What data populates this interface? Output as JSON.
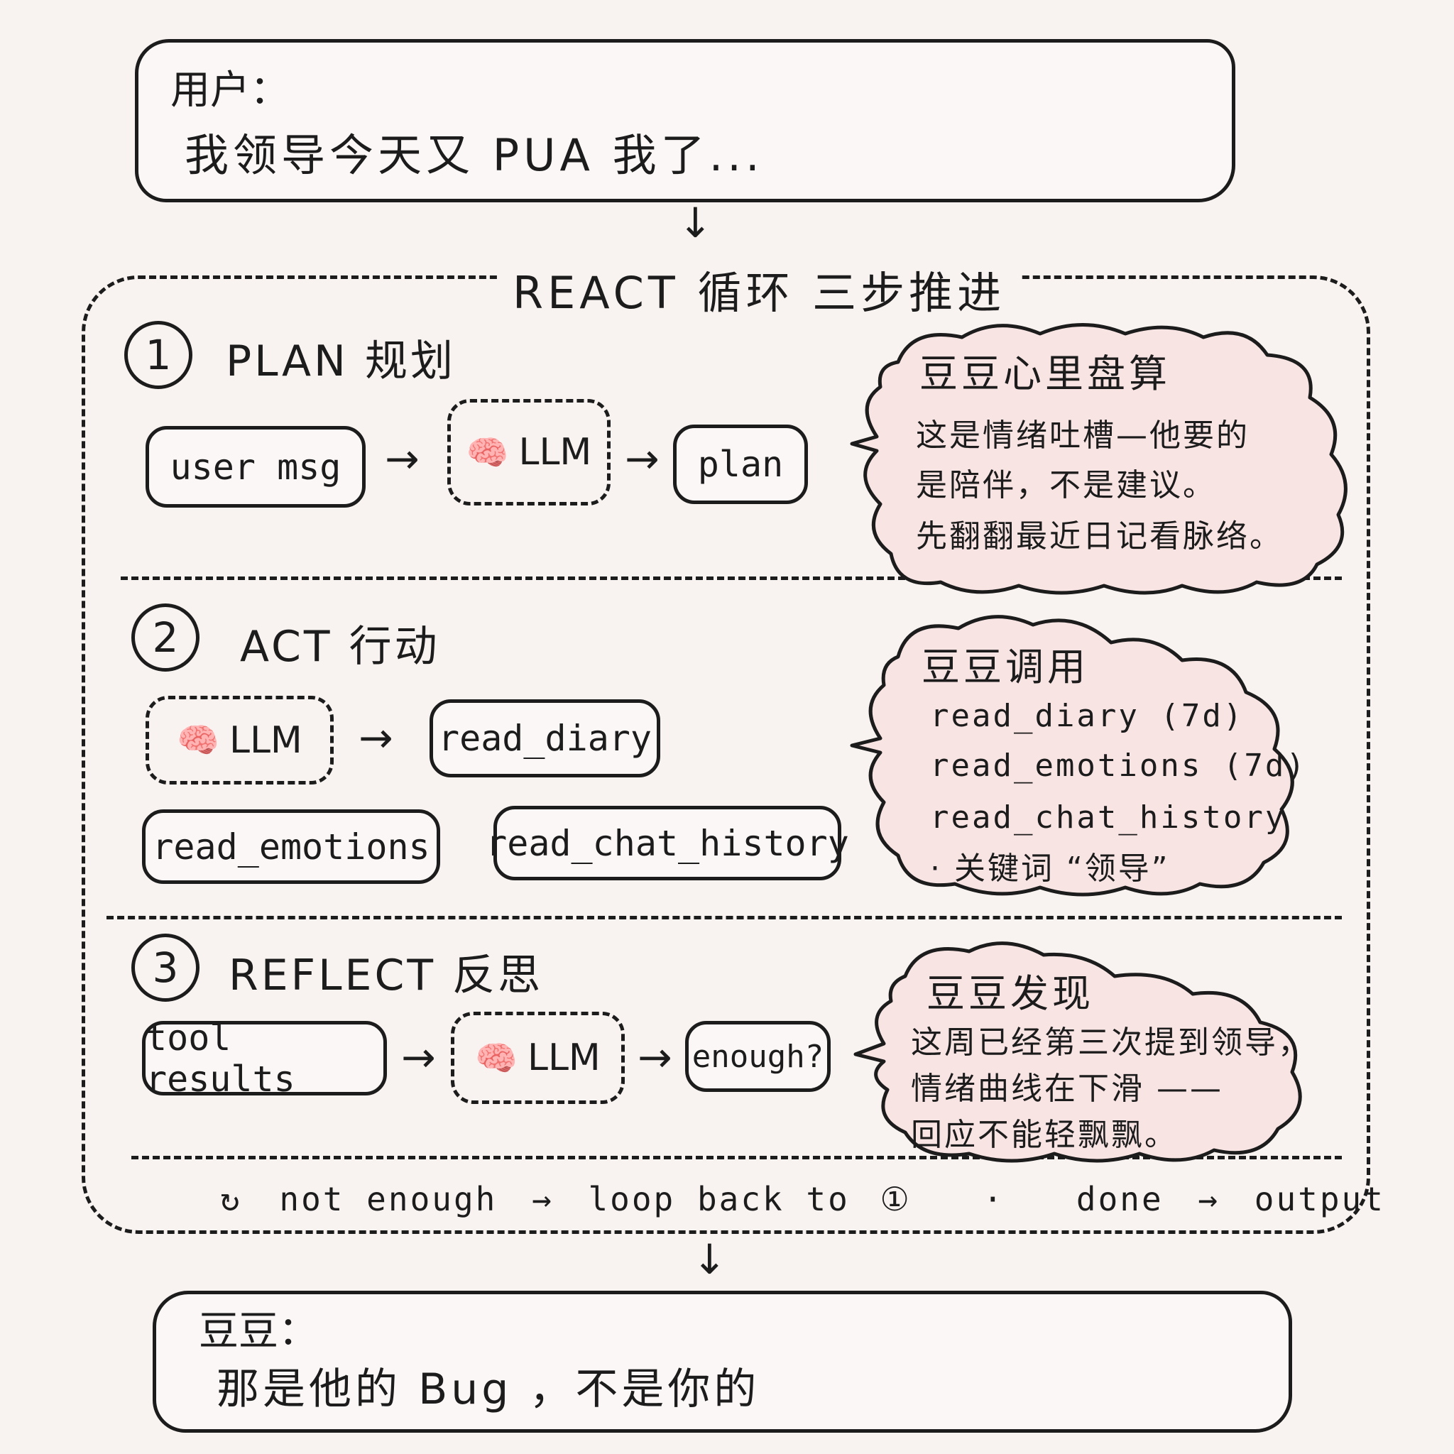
{
  "user": {
    "label": "用户：",
    "message": "我领导今天又 PUA 我了..."
  },
  "loop": {
    "title": "REACT 循环 三步推进"
  },
  "steps": [
    {
      "number": "1",
      "title": "PLAN 规划",
      "nodes": [
        "user msg",
        "LLM",
        "plan"
      ],
      "thought": {
        "head": "豆豆心里盘算",
        "lines": [
          "这是情绪吐槽—他要的",
          "是陪伴，不是建议。",
          "先翻翻最近日记看脉络。"
        ]
      }
    },
    {
      "number": "2",
      "title": "ACT 行动",
      "nodes": [
        "LLM",
        "read_diary",
        "read_emotions",
        "read_chat_history"
      ],
      "thought": {
        "head": "豆豆调用",
        "lines": [
          "read_diary (7d)",
          "read_emotions (7d)",
          "read_chat_history",
          "· 关键词 “领导”"
        ]
      }
    },
    {
      "number": "3",
      "title": "REFLECT 反思",
      "nodes": [
        "tool results",
        "LLM",
        "enough?"
      ],
      "thought": {
        "head": "豆豆发现",
        "lines": [
          "这周已经第三次提到领导，",
          "情绪曲线在下滑 ——",
          "回应不能轻飘飘。"
        ]
      }
    }
  ],
  "footer": {
    "loop_symbol": "↻",
    "not_enough": "not enough",
    "arrow": "→",
    "loop_back": "loop back to",
    "loop_target": "①",
    "separator": "·",
    "done": "done",
    "output": "output"
  },
  "reply": {
    "label": "豆豆：",
    "message": "那是他的 Bug ，不是你的"
  },
  "colors": {
    "ink": "#1c1c1c",
    "paper": "#f8f3f1",
    "cloud_fill": "#f9e4e4"
  }
}
